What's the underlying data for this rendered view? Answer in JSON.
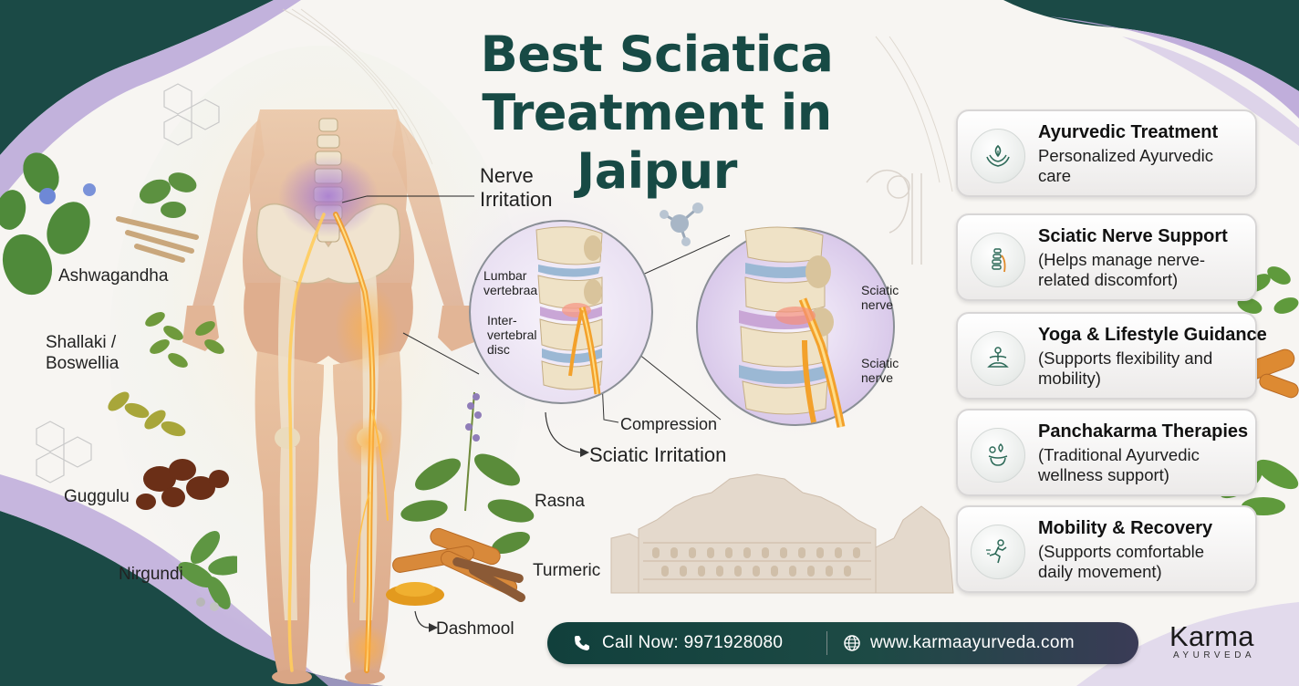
{
  "title": {
    "line1": "Best Sciatica",
    "line2": "Treatment in Jaipur"
  },
  "herbs": {
    "ashwagandha": "Ashwagandha",
    "shallaki_line1": "Shallaki /",
    "shallaki_line2": "Boswellia",
    "guggulu": "Guggulu",
    "nirgundi": "Nirgundi",
    "rasna": "Rasna",
    "turmeric": "Turmeric",
    "dashmool": "Dashmool"
  },
  "anatomy": {
    "nerve_irritation_line1": "Nerve",
    "nerve_irritation_line2": "Irritation",
    "lumbar_line1": "Lumbar",
    "lumbar_line2": "vertebraa",
    "disc_line1": "Inter-",
    "disc_line2": "vertebral",
    "disc_line3": "disc",
    "sciatic_nerve_1_line1": "Sciatic",
    "sciatic_nerve_1_line2": "nerve",
    "sciatic_nerve_2_line1": "Sciatic",
    "sciatic_nerve_2_line2": "nerve",
    "compression": "Compression",
    "sciatic_irritation": "Sciatic Irritation"
  },
  "cards": [
    {
      "title": "Ayurvedic Treatment",
      "line1": "Personalized Ayurvedic",
      "line2": "care",
      "icon": "hands-leaf-icon"
    },
    {
      "title": "Sciatic Nerve Support",
      "line1": "(Helps manage nerve-",
      "line2": "related discomfort)",
      "icon": "spine-nerve-icon"
    },
    {
      "title": "Yoga & Lifestyle Guidance",
      "line1": "(Supports flexibility and",
      "line2": "mobility)",
      "icon": "yoga-pose-icon"
    },
    {
      "title": "Panchakarma Therapies",
      "line1": "(Traditional Ayurvedic",
      "line2": "wellness support)",
      "icon": "oil-therapy-icon"
    },
    {
      "title": "Mobility & Recovery",
      "line1": "(Supports comfortable",
      "line2": "daily movement)",
      "icon": "running-person-icon"
    }
  ],
  "contact": {
    "phone": "Call Now: 9971928080",
    "website": "www.karmaayurveda.com"
  },
  "brand": {
    "name": "Karma",
    "sub": "AYURVEDA"
  },
  "colors": {
    "title": "#174a45",
    "teal_dark": "#11403c",
    "lavender": "#b9a6d8",
    "nerve": "#f2a624"
  }
}
